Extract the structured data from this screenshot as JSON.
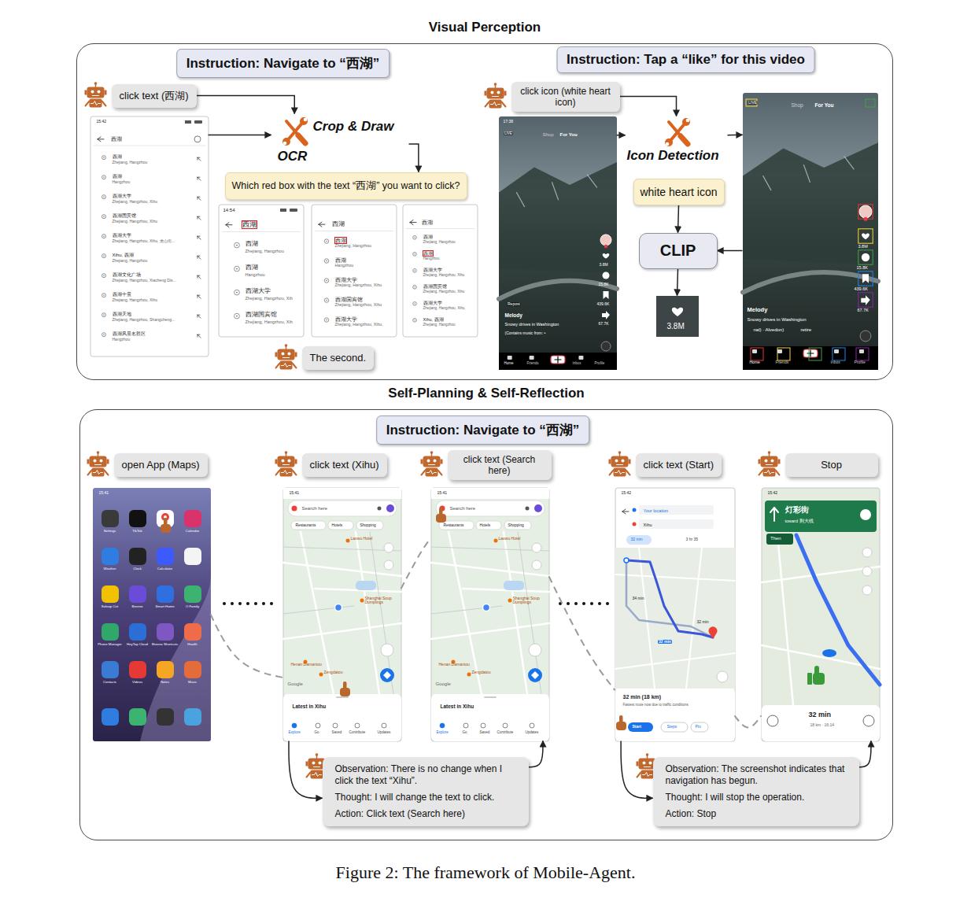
{
  "diagram": {
    "caption": "Figure 2: The framework of Mobile-Agent.",
    "nodes": [
      {
        "text": [
          "Visual Perception"
        ]
      },
      {
        "text": [
          "Instruction: Navigate to “西湖”"
        ],
        "in": 0
      },
      {
        "text": [
          "Instruction: Tap a “like” for this video"
        ],
        "in": 0
      },
      {
        "text": [
          "click text (西湖)"
        ],
        "in": 0
      },
      {
        "text": [
          "15:42",
          "西湖",
          "西湖",
          "Zhejiang, Hangzhou",
          "西湖",
          "Hangzhou",
          "西湖大学",
          "Zhejiang, Hangzhou, Xihu",
          "西湖国宾馆",
          "Zhejiang, Hangzhou, Xihu",
          "西湖大学",
          "Zhejiang, Hangzhou, Xihu, 龙山街...",
          "Xihu, 西湖",
          "Zhejiang, Hangzhou",
          "西湖文化广场",
          "Zhejiang, Hangzhou, Xiacheng Dis...",
          "西湖十景",
          "Zhejiang, Hangzhou, Xihu",
          "西湖天地",
          "Zhejiang, Hangzhou, Shangcheng...",
          "西湖风景名胜区",
          "Hangzhou"
        ],
        "in": 0
      },
      {
        "text": [
          "Crop & Draw",
          "OCR"
        ],
        "in": 0
      },
      {
        "text": [
          "Which red box with the text “西湖” you want to click?"
        ],
        "in": 0
      },
      {
        "text": [
          "14:54",
          "西湖",
          "西湖",
          "Zhejiang, Hangzhou",
          "西湖",
          "Hangzhou",
          "西湖大学",
          "Zhejiang, Hangzhou, Xih",
          "西湖国宾馆",
          "Zhejiang, Hangzhou, Xih"
        ],
        "in": 0
      },
      {
        "text": [
          "西湖",
          "西湖",
          "Zhejiang, Hangzhou",
          "西湖",
          "Hangzhou",
          "西湖大学",
          "Zhejiang, Hangzhou, Xihu",
          "西湖国宾馆",
          "Zhejiang, Hangzhou, Xihu",
          "西湖大学",
          "Zhejiang, Hangzhou, Xihu,"
        ],
        "in": 0
      },
      {
        "text": [
          "西湖",
          "西湖",
          "Zhejiang, Hangzhou",
          "西湖",
          "Hangzhou",
          "西湖大学",
          "Zhejiang, Hangzhou, Xihu",
          "西湖国宾馆",
          "Zhejiang, Hangzhou, Xihu",
          "西湖大学",
          "Zhejiang, Hangzhou, Xihu,",
          "Xihu, 西湖",
          "Zhejiang, Hangzhou"
        ],
        "in": 0
      },
      {
        "text": [
          "The second."
        ],
        "in": 0
      },
      {
        "text": [
          "click icon (white heart icon)"
        ],
        "in": 0
      },
      {
        "text": [
          "17:38",
          "LIVE",
          "Shop",
          "For You",
          "3.8M",
          "15.8K",
          "439.6K",
          "67.7K",
          "Repost",
          "Melody",
          "Snowy drives in Washington",
          "(Contains music from: •",
          "Home",
          "Friends",
          "Inbox",
          "Profile"
        ],
        "in": 0
      },
      {
        "text": [
          "Icon Detection"
        ],
        "in": 0
      },
      {
        "text": [
          "LIVE",
          "Shop",
          "For You",
          "3.8M",
          "15.8K",
          "439.6K",
          "67.7K",
          "Melody",
          "Snowy drives in Washington",
          "nal) · Alvedon)",
          "retire",
          "Home",
          "Friends",
          "Inbox",
          "Profile"
        ],
        "in": 0
      },
      {
        "text": [
          "white heart icon"
        ],
        "in": 0
      },
      {
        "text": [
          "CLIP"
        ],
        "in": 0
      },
      {
        "text": [
          "3.8M"
        ],
        "in": 0
      },
      {
        "text": [
          "Self-Planning & Self-Reflection"
        ]
      },
      {
        "text": [
          "Instruction: Navigate to “西湖”"
        ],
        "in": 18
      },
      {
        "text": [
          "open App (Maps)"
        ],
        "in": 18
      },
      {
        "text": [
          "click text (Xihu)"
        ],
        "in": 18
      },
      {
        "text": [
          "click text (Search here)"
        ],
        "in": 18
      },
      {
        "text": [
          "click text (Start)"
        ],
        "in": 18
      },
      {
        "text": [
          "Stop"
        ],
        "in": 18
      },
      {
        "text": [
          "15:41",
          "Settings",
          "TikTok",
          "Calendar",
          "Weather",
          "Clock",
          "Calculator",
          "Soloop Cut",
          "Breeno",
          "Smart Home",
          "O Family",
          "Phone Manager",
          "HeyTap Cloud",
          "Breeno Shortcuts",
          "Health",
          "Contacts",
          "Videos",
          "Notes",
          "Music"
        ],
        "in": 18
      },
      {
        "text": [
          "15:41",
          "Search here",
          "Restaurants",
          "Hotels",
          "Shopping",
          "Laowu Hotel",
          "Shanghai Soup Dumplings",
          "Henan Damantou",
          "Zengdatou",
          "Google",
          "Latest in Xihu",
          "Explore",
          "Go",
          "Saved",
          "Contribute",
          "Updates"
        ],
        "in": 18
      },
      {
        "text": [
          "15:41",
          "Search here",
          "Restaurants",
          "Hotels",
          "Shopping",
          "Laowu Hotel",
          "Shanghai Soup Dumplings",
          "Henan Damantou",
          "Zengdatou",
          "Google",
          "Latest in Xihu",
          "Explore",
          "Go",
          "Saved",
          "Contribute",
          "Updates"
        ],
        "in": 18
      },
      {
        "text": [
          "15:42",
          "Your location",
          "Xihu",
          "32 min",
          "3 hr 35",
          "34 min",
          "32 min",
          "32 min",
          "32 min (18 km)",
          "Fastest route now due to traffic conditions",
          "Start",
          "Steps",
          "Pin"
        ],
        "in": 18
      },
      {
        "text": [
          "15:42",
          "灯彩街",
          "toward 荆大线",
          "Then",
          "32 min",
          "18 km · 16:14"
        ],
        "in": 18
      },
      {
        "text": [
          "Observation: There is no change when I click the text “Xihu”.",
          "Thought: I will change the text to click.",
          "Action: Click text (Search here)"
        ],
        "in": 18
      },
      {
        "text": [
          "Observation: The screenshot indicates that navigation has begun.",
          "Thought: I will stop the operation.",
          "Action: Stop"
        ],
        "in": 18
      }
    ],
    "edges": [
      {
        "from": 3,
        "to": 5,
        "arrow": "to"
      },
      {
        "from": 4,
        "to": 5,
        "arrow": "to"
      },
      {
        "from": 5,
        "to": 6,
        "arrow": "to"
      },
      {
        "from": 11,
        "to": 13,
        "arrow": "to"
      },
      {
        "from": 12,
        "to": 13,
        "arrow": "to"
      },
      {
        "from": 13,
        "to": 14,
        "arrow": "to"
      },
      {
        "from": 15,
        "to": 16,
        "arrow": "to"
      },
      {
        "from": 14,
        "to": 16,
        "arrow": "to"
      },
      {
        "from": 16,
        "to": 17,
        "arrow": "to"
      },
      {
        "from": 25,
        "to": 26,
        "arrow": "none"
      },
      {
        "from": 26,
        "to": 27,
        "arrow": "none"
      },
      {
        "from": 27,
        "to": 28,
        "arrow": "none"
      },
      {
        "from": 28,
        "to": 29,
        "arrow": "none"
      },
      {
        "from": 26,
        "to": 30,
        "arrow": "to"
      },
      {
        "from": 30,
        "to": 27,
        "arrow": "to"
      },
      {
        "from": 28,
        "to": 31,
        "arrow": "to"
      },
      {
        "from": 31,
        "to": 29,
        "arrow": "to"
      }
    ]
  }
}
